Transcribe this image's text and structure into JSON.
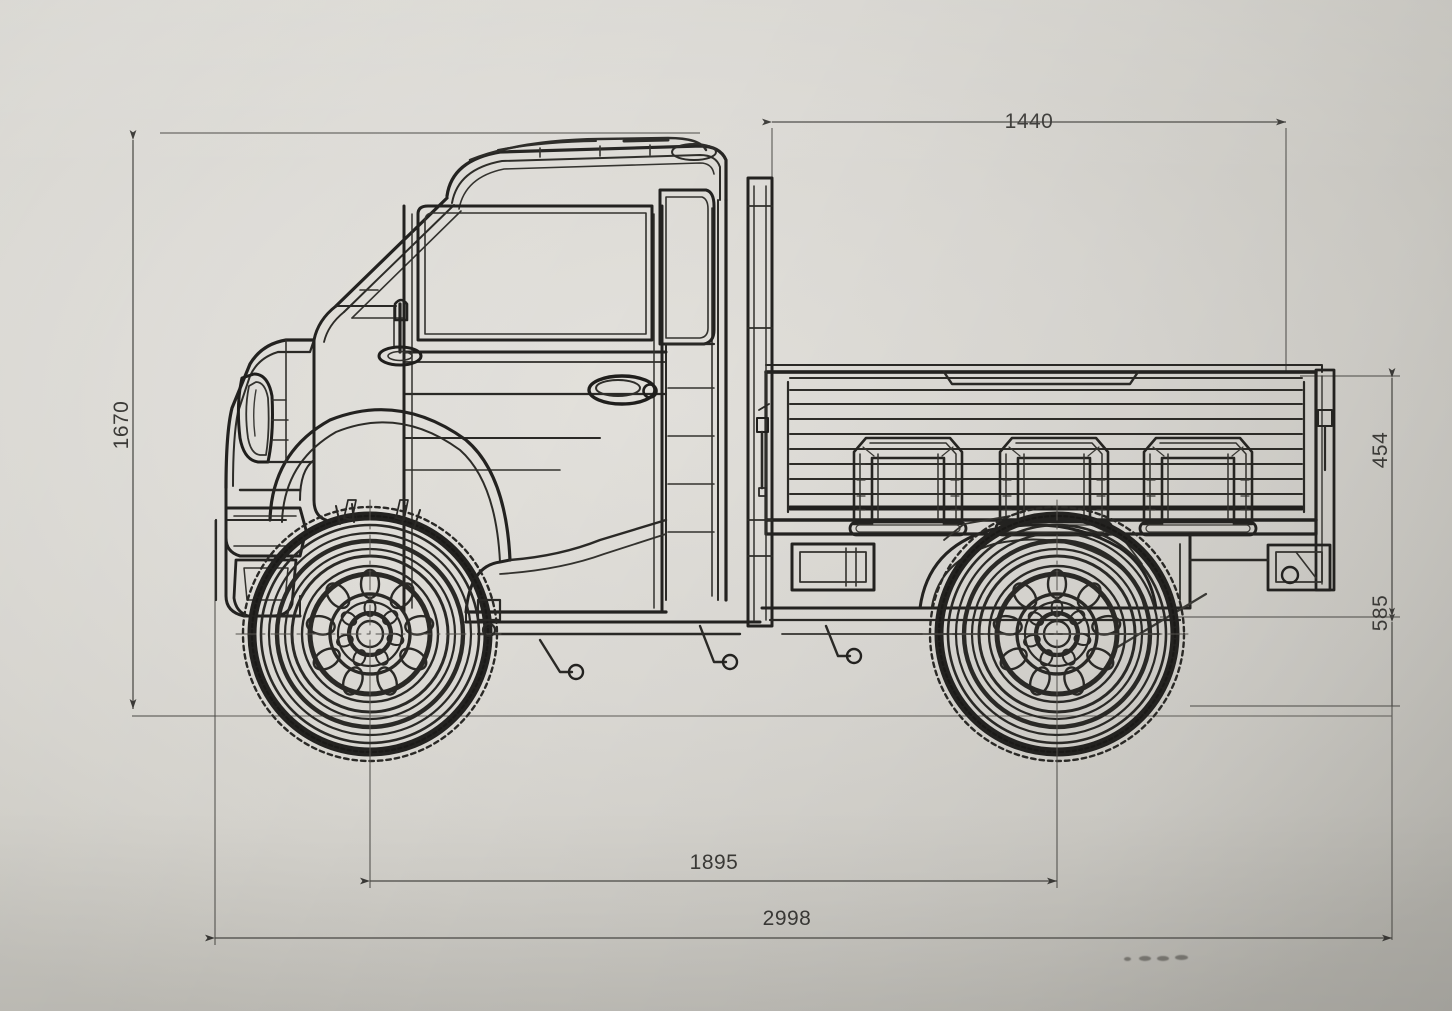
{
  "document": {
    "type": "engineering-drawing",
    "view": "vehicle side elevation",
    "subject": "light cargo truck / mini pickup",
    "units": "mm",
    "background_color": "#dcdad5",
    "line_color": "#2a2926"
  },
  "dimensions": {
    "overall_height": {
      "label": "1670",
      "orientation": "vertical",
      "position": "left"
    },
    "bed_length": {
      "label": "1440",
      "orientation": "horizontal",
      "position": "top"
    },
    "bed_side_height": {
      "label": "454",
      "orientation": "vertical",
      "position": "right-upper"
    },
    "bed_floor_height": {
      "label": "585",
      "orientation": "vertical",
      "position": "right-lower"
    },
    "wheelbase": {
      "label": "1895",
      "orientation": "horizontal",
      "position": "bottom-upper"
    },
    "overall_length": {
      "label": "2998",
      "orientation": "horizontal",
      "position": "bottom-lower"
    }
  },
  "dimension_list": [
    {
      "value": "1670",
      "name": "overall-height"
    },
    {
      "value": "1440",
      "name": "bed-length"
    },
    {
      "value": "454",
      "name": "bed-side-height"
    },
    {
      "value": "585",
      "name": "bed-floor-height"
    },
    {
      "value": "1895",
      "name": "wheelbase"
    },
    {
      "value": "2998",
      "name": "overall-length"
    }
  ]
}
